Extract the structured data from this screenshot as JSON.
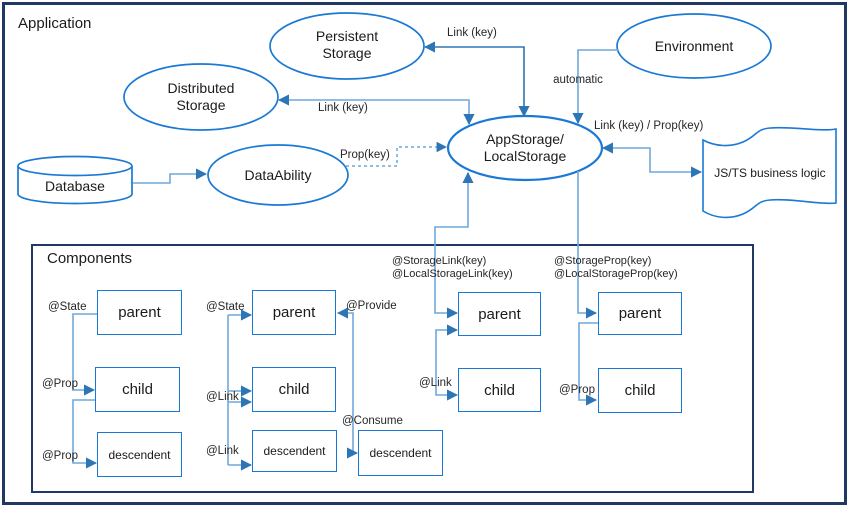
{
  "application_label": "Application",
  "nodes": {
    "persistent_storage": {
      "line1": "Persistent",
      "line2": "Storage"
    },
    "distributed_storage": {
      "line1": "Distributed",
      "line2": "Storage"
    },
    "environment": {
      "label": "Environment"
    },
    "app_storage": {
      "line1": "AppStorage/",
      "line2": "LocalStorage"
    },
    "data_ability": {
      "label": "DataAbility"
    },
    "database": {
      "label": "Database"
    },
    "js_ts_logic": {
      "label": "JS/TS business logic"
    }
  },
  "edges": {
    "persistent_link": "Link (key)",
    "distributed_link": "Link (key)",
    "environment_automatic": "automatic",
    "jsts_link_prop": "Link (key) / Prop(key)",
    "dataability_prop": "Prop(key)"
  },
  "components": {
    "title": "Components",
    "col1": {
      "state": "@State",
      "prop_child": "@Prop",
      "prop_descendent": "@Prop",
      "parent": "parent",
      "child": "child",
      "descendent": "descendent"
    },
    "col2": {
      "state": "@State",
      "link_child": "@Link",
      "link_descendent": "@Link",
      "provide": "@Provide",
      "consume": "@Consume",
      "parent": "parent",
      "child": "child",
      "descendent": "descendent",
      "descendent2": "descendent"
    },
    "col3": {
      "header_line1": "@StorageLink(key)",
      "header_line2": "@LocalStorageLink(key)",
      "link": "@Link",
      "parent": "parent",
      "child": "child"
    },
    "col4": {
      "header_line1": "@StorageProp(key)",
      "header_line2": "@LocalStorageProp(key)",
      "prop": "@Prop",
      "parent": "parent",
      "child": "child"
    }
  },
  "colors": {
    "frame": "#1f3864",
    "node_stroke": "#1a79d4",
    "connector_light": "#6fa8dc",
    "connector_dark": "#2e75b6",
    "arrowhead": "#2e75b6",
    "text": "#262626"
  }
}
